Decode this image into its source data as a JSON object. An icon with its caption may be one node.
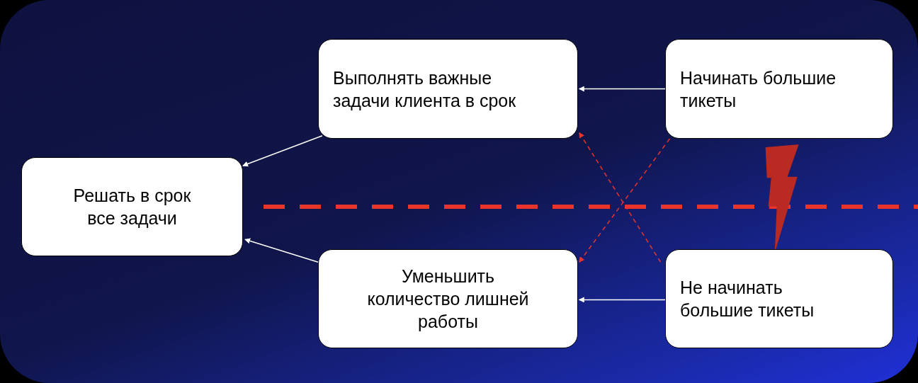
{
  "diagram": {
    "nodes": [
      {
        "text": [
          "Решать в срок все задачи"
        ]
      },
      {
        "text": [
          "Выполнять важные задачи клиента в срок"
        ]
      },
      {
        "text": [
          "Начинать большие тикеты"
        ]
      },
      {
        "text": [
          "Уменьшить количество лишней работы"
        ]
      },
      {
        "text": [
          "Не начинать большие тикеты"
        ]
      }
    ],
    "edges": [
      {
        "from": 1,
        "to": 0,
        "arrow": "to"
      },
      {
        "from": 3,
        "to": 0,
        "arrow": "to"
      },
      {
        "from": 2,
        "to": 1,
        "arrow": "to"
      },
      {
        "from": 4,
        "to": 3,
        "arrow": "to"
      },
      {
        "from": 4,
        "to": 1,
        "arrow": "to",
        "style": "dashed",
        "color": "#e8342a"
      },
      {
        "from": 2,
        "to": 3,
        "arrow": "to",
        "style": "dashed",
        "color": "#e8342a"
      },
      {
        "from": 4,
        "to": 2,
        "arrow": "to",
        "style": "thick",
        "color": "#b82a22"
      }
    ]
  }
}
